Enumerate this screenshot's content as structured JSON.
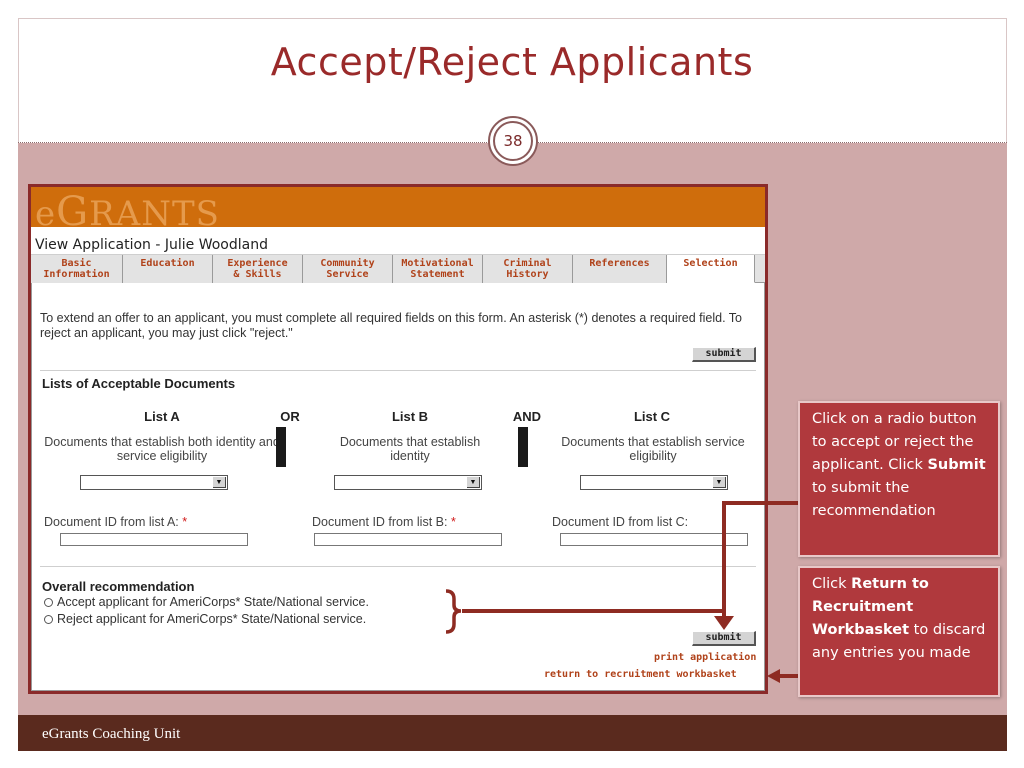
{
  "slide": {
    "title": "Accept/Reject Applicants",
    "page_number": "38",
    "footer": "eGrants Coaching Unit"
  },
  "app": {
    "logo_first": "e",
    "logo_big": "G",
    "logo_rest": "RANTS",
    "view_label": "View Application - ",
    "applicant_name": "Julie Woodland",
    "tabs": [
      {
        "line1": "Basic",
        "line2": "Information"
      },
      {
        "line1": "Education",
        "line2": ""
      },
      {
        "line1": "Experience",
        "line2": "& Skills"
      },
      {
        "line1": "Community",
        "line2": "Service"
      },
      {
        "line1": "Motivational",
        "line2": "Statement"
      },
      {
        "line1": "Criminal",
        "line2": "History"
      },
      {
        "line1": "References",
        "line2": ""
      },
      {
        "line1": "Selection",
        "line2": ""
      }
    ],
    "active_tab": "Selection",
    "intro_text": "To extend an offer to an applicant, you must complete all required fields on this form. An asterisk (*) denotes a required field. To reject an applicant, you may just click \"reject.\"",
    "submit_label": "submit",
    "lists_title": "Lists of Acceptable Documents",
    "list_a": {
      "head": "List A",
      "desc": "Documents that establish both identity and service eligibility",
      "id_label": "Document ID from list A:",
      "req": "*"
    },
    "or_label": "OR",
    "list_b": {
      "head": "List B",
      "desc": "Documents that establish identity",
      "id_label": "Document ID from list B:",
      "req": "*"
    },
    "and_label": "AND",
    "list_c": {
      "head": "List C",
      "desc": "Documents that establish service eligibility",
      "id_label": "Document ID from list C:"
    },
    "select_arrow": "▼",
    "overall_title": "Overall recommendation",
    "accept_label": "Accept applicant for AmeriCorps* State/National service.",
    "reject_label": "Reject applicant for AmeriCorps* State/National service.",
    "print_link": "print application",
    "return_link": "return to recruitment workbasket"
  },
  "callouts": {
    "submit_prefix": "Click on a radio button to accept or reject the applicant. Click ",
    "submit_bold": "Submit",
    "submit_suffix": " to submit the recommendation",
    "return_prefix": "Click ",
    "return_bold": "Return to Recruitment Workbasket",
    "return_suffix": " to discard any entries you made"
  },
  "colors": {
    "title": "#9a2a2a",
    "slide_body": "#cfa9a9",
    "app_header": "#cf6d0c",
    "link": "#b0421a",
    "callout": "#b0393d",
    "arrow": "#8e2b22",
    "footer": "#5a2a1e"
  }
}
